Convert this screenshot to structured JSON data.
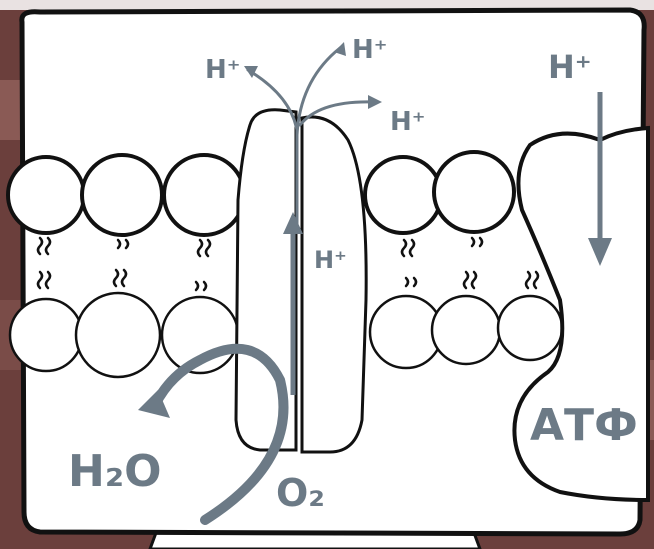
{
  "labels": {
    "h_plus_top_left": "H⁺",
    "h_plus_top_mid": "H⁺",
    "h_plus_right_of_channel": "H⁺",
    "h_plus_atp_side": "H⁺",
    "h_plus_in_channel": "H⁺",
    "water": "H₂O",
    "oxygen": "O₂",
    "atp": "АТФ"
  },
  "colors": {
    "background": "#6b3f3c",
    "panel": "#ffffff",
    "outline": "#111111",
    "arrow_gray": "#6c7a86"
  }
}
